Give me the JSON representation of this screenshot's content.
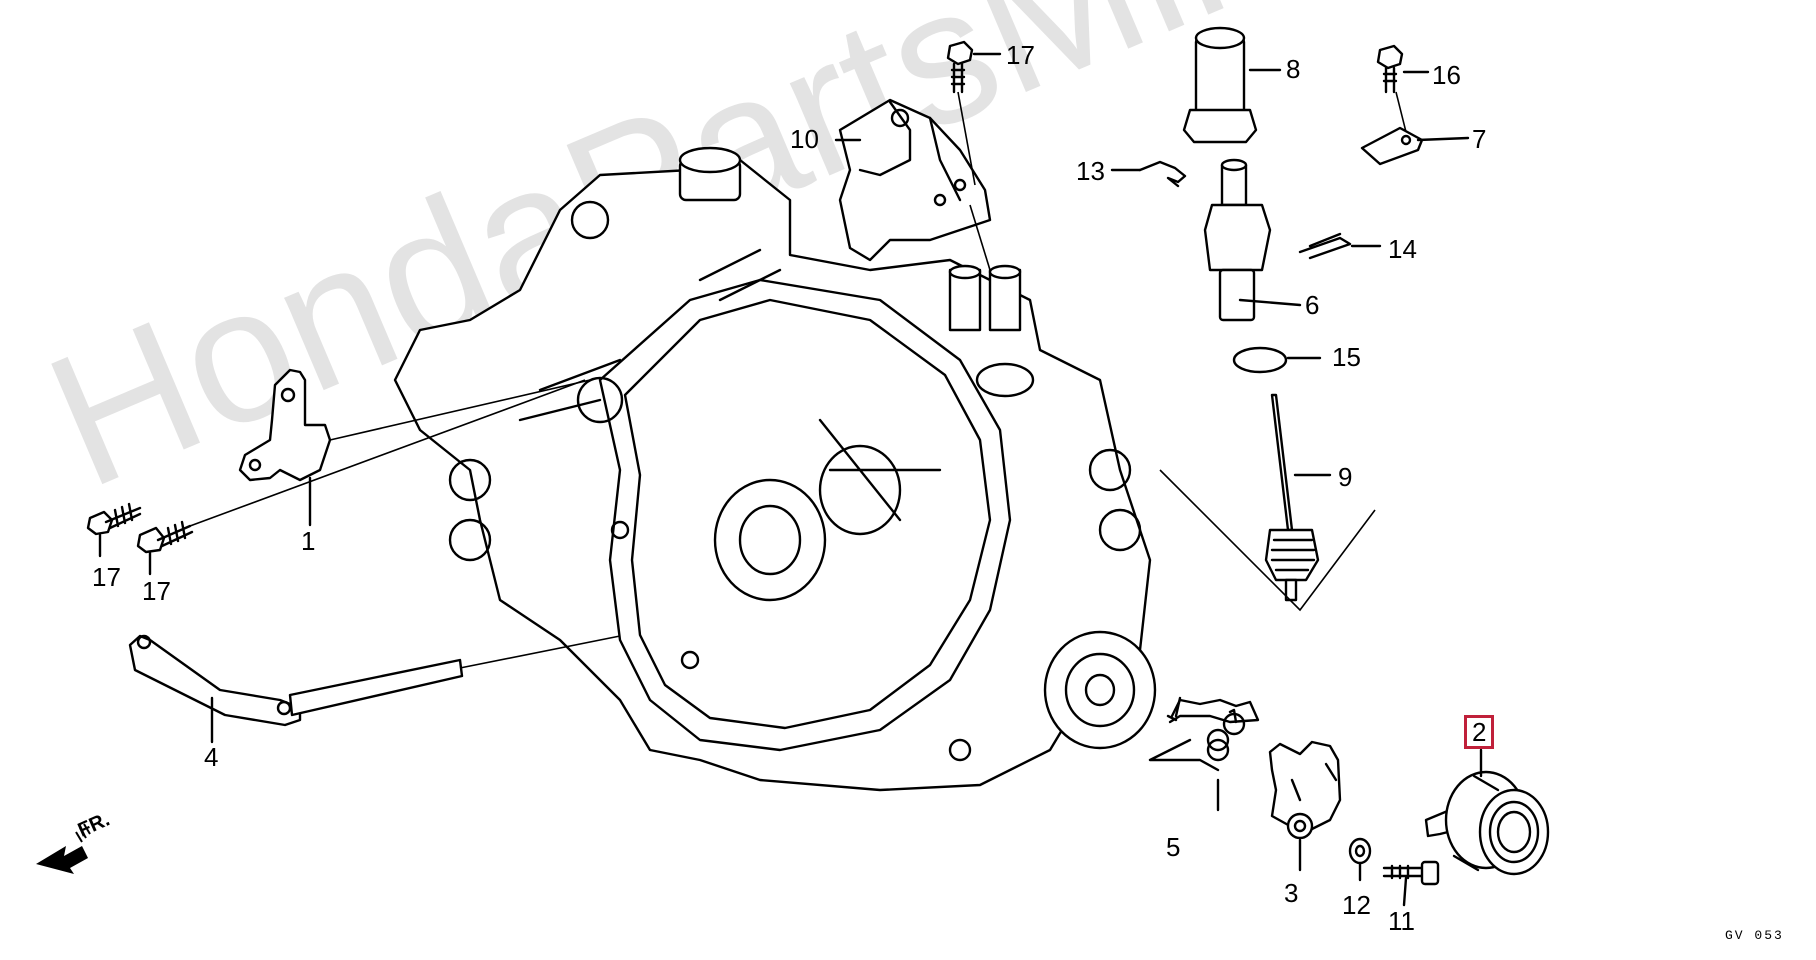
{
  "watermark": "HondaPartsMine.ru",
  "diagram_code": "GV 053",
  "direction_label": "FR.",
  "highlighted_callout": "2",
  "callouts": {
    "c1": "1",
    "c2": "2",
    "c3": "3",
    "c4": "4",
    "c5": "5",
    "c6": "6",
    "c7": "7",
    "c8": "8",
    "c9": "9",
    "c10": "10",
    "c11": "11",
    "c12": "12",
    "c13": "13",
    "c14": "14",
    "c15": "15",
    "c16": "16",
    "c17a": "17",
    "c17b": "17",
    "c17c": "17"
  }
}
